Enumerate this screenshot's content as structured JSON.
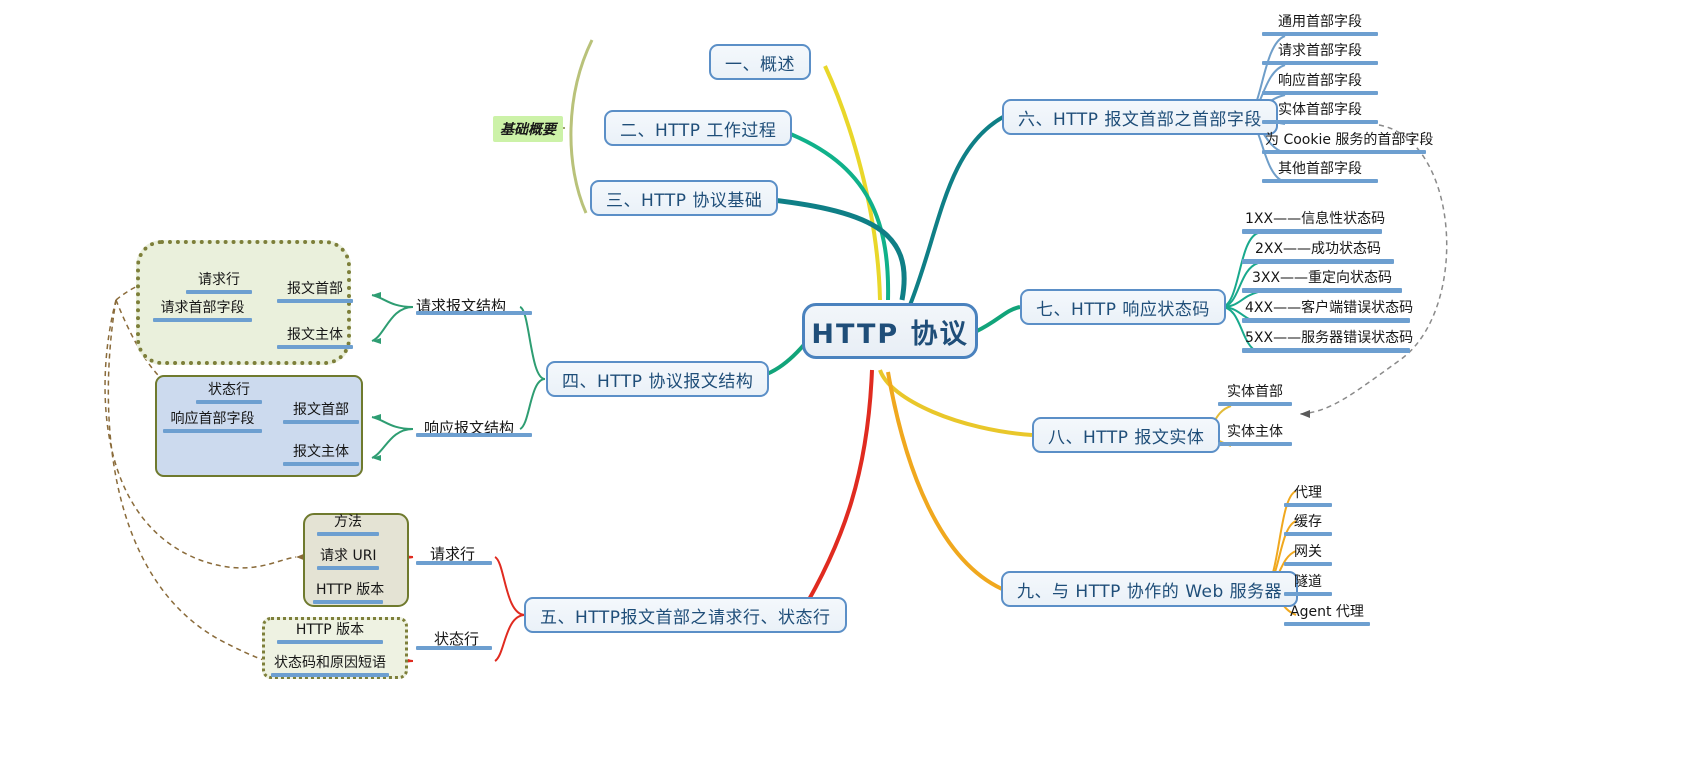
{
  "diagram": {
    "title": "HTTP 协议",
    "type": "mind-map",
    "root": {
      "label": "HTTP 协议"
    },
    "summary_label": {
      "label": "基础概要"
    },
    "branches": [
      {
        "id": "b1",
        "label": "一、概述",
        "color": "#e9d72a",
        "children": []
      },
      {
        "id": "b2",
        "label": "二、HTTP 工作过程",
        "color": "#10b18a",
        "children": []
      },
      {
        "id": "b3",
        "label": "三、HTTP 协议基础",
        "color": "#0f7f86",
        "children": []
      },
      {
        "id": "b4",
        "label": "四、HTTP 协议报文结构",
        "color": "#12a47a",
        "children": [
          {
            "label": "请求报文结构",
            "children": [
              {
                "label": "报文首部",
                "children": [
                  {
                    "label": "请求行"
                  },
                  {
                    "label": "请求首部字段"
                  }
                ]
              },
              {
                "label": "报文主体"
              }
            ]
          },
          {
            "label": "响应报文结构",
            "children": [
              {
                "label": "报文首部",
                "children": [
                  {
                    "label": "状态行"
                  },
                  {
                    "label": "响应首部字段"
                  }
                ]
              },
              {
                "label": "报文主体"
              }
            ]
          }
        ]
      },
      {
        "id": "b5",
        "label": "五、HTTP报文首部之请求行、状态行",
        "color": "#e02b20",
        "children": [
          {
            "label": "请求行",
            "children": [
              {
                "label": "方法"
              },
              {
                "label": "请求 URI"
              },
              {
                "label": "HTTP 版本"
              }
            ]
          },
          {
            "label": "状态行",
            "children": [
              {
                "label": "HTTP 版本"
              },
              {
                "label": "状态码和原因短语"
              }
            ]
          }
        ]
      },
      {
        "id": "b6",
        "label": "六、HTTP 报文首部之首部字段",
        "color": "#0f7f86",
        "children": [
          {
            "label": "通用首部字段"
          },
          {
            "label": "请求首部字段"
          },
          {
            "label": "响应首部字段"
          },
          {
            "label": "实体首部字段"
          },
          {
            "label": "为 Cookie 服务的首部字段"
          },
          {
            "label": "其他首部字段"
          }
        ]
      },
      {
        "id": "b7",
        "label": "七、HTTP 响应状态码",
        "color": "#10b18a",
        "children": [
          {
            "label": "1XX——信息性状态码"
          },
          {
            "label": "2XX——成功状态码"
          },
          {
            "label": "3XX——重定向状态码"
          },
          {
            "label": "4XX——客户端错误状态码"
          },
          {
            "label": "5XX——服务器错误状态码"
          }
        ]
      },
      {
        "id": "b8",
        "label": "八、HTTP 报文实体",
        "color": "#e9c72a",
        "children": [
          {
            "label": "实体首部"
          },
          {
            "label": "实体主体"
          }
        ]
      },
      {
        "id": "b9",
        "label": "九、与 HTTP 协作的 Web 服务器",
        "color": "#f0a81e",
        "children": [
          {
            "label": "代理"
          },
          {
            "label": "缓存"
          },
          {
            "label": "网关"
          },
          {
            "label": "隧道"
          },
          {
            "label": "Agent 代理"
          }
        ]
      }
    ],
    "colors": {
      "node_border": "#5b8fc7",
      "node_text": "#1f4e79",
      "leaf_bar": "#6d9fd0",
      "highlight_bg": "#ccf2a8",
      "boundary_cloud_border": "#7d7f3a",
      "boundary_cloud_fill": "#eaf0dc",
      "boundary_blue_fill": "#ccdaee",
      "boundary_beige_fill": "#e4e3d4",
      "relation_arrow": "#8a6b3a"
    }
  }
}
